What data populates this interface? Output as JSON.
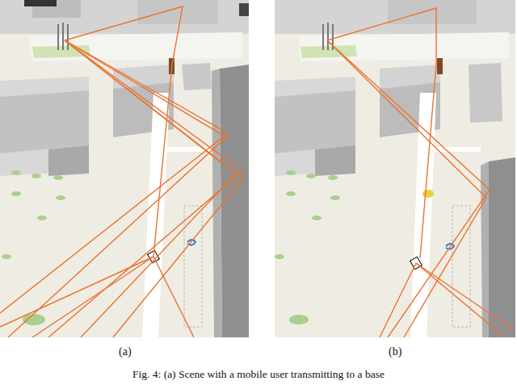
{
  "diagram": {
    "caption": "Fig. 4: (a) Scene with a mobile user transmitting to a base",
    "labels": [
      "(a)",
      "(b)"
    ]
  }
}
